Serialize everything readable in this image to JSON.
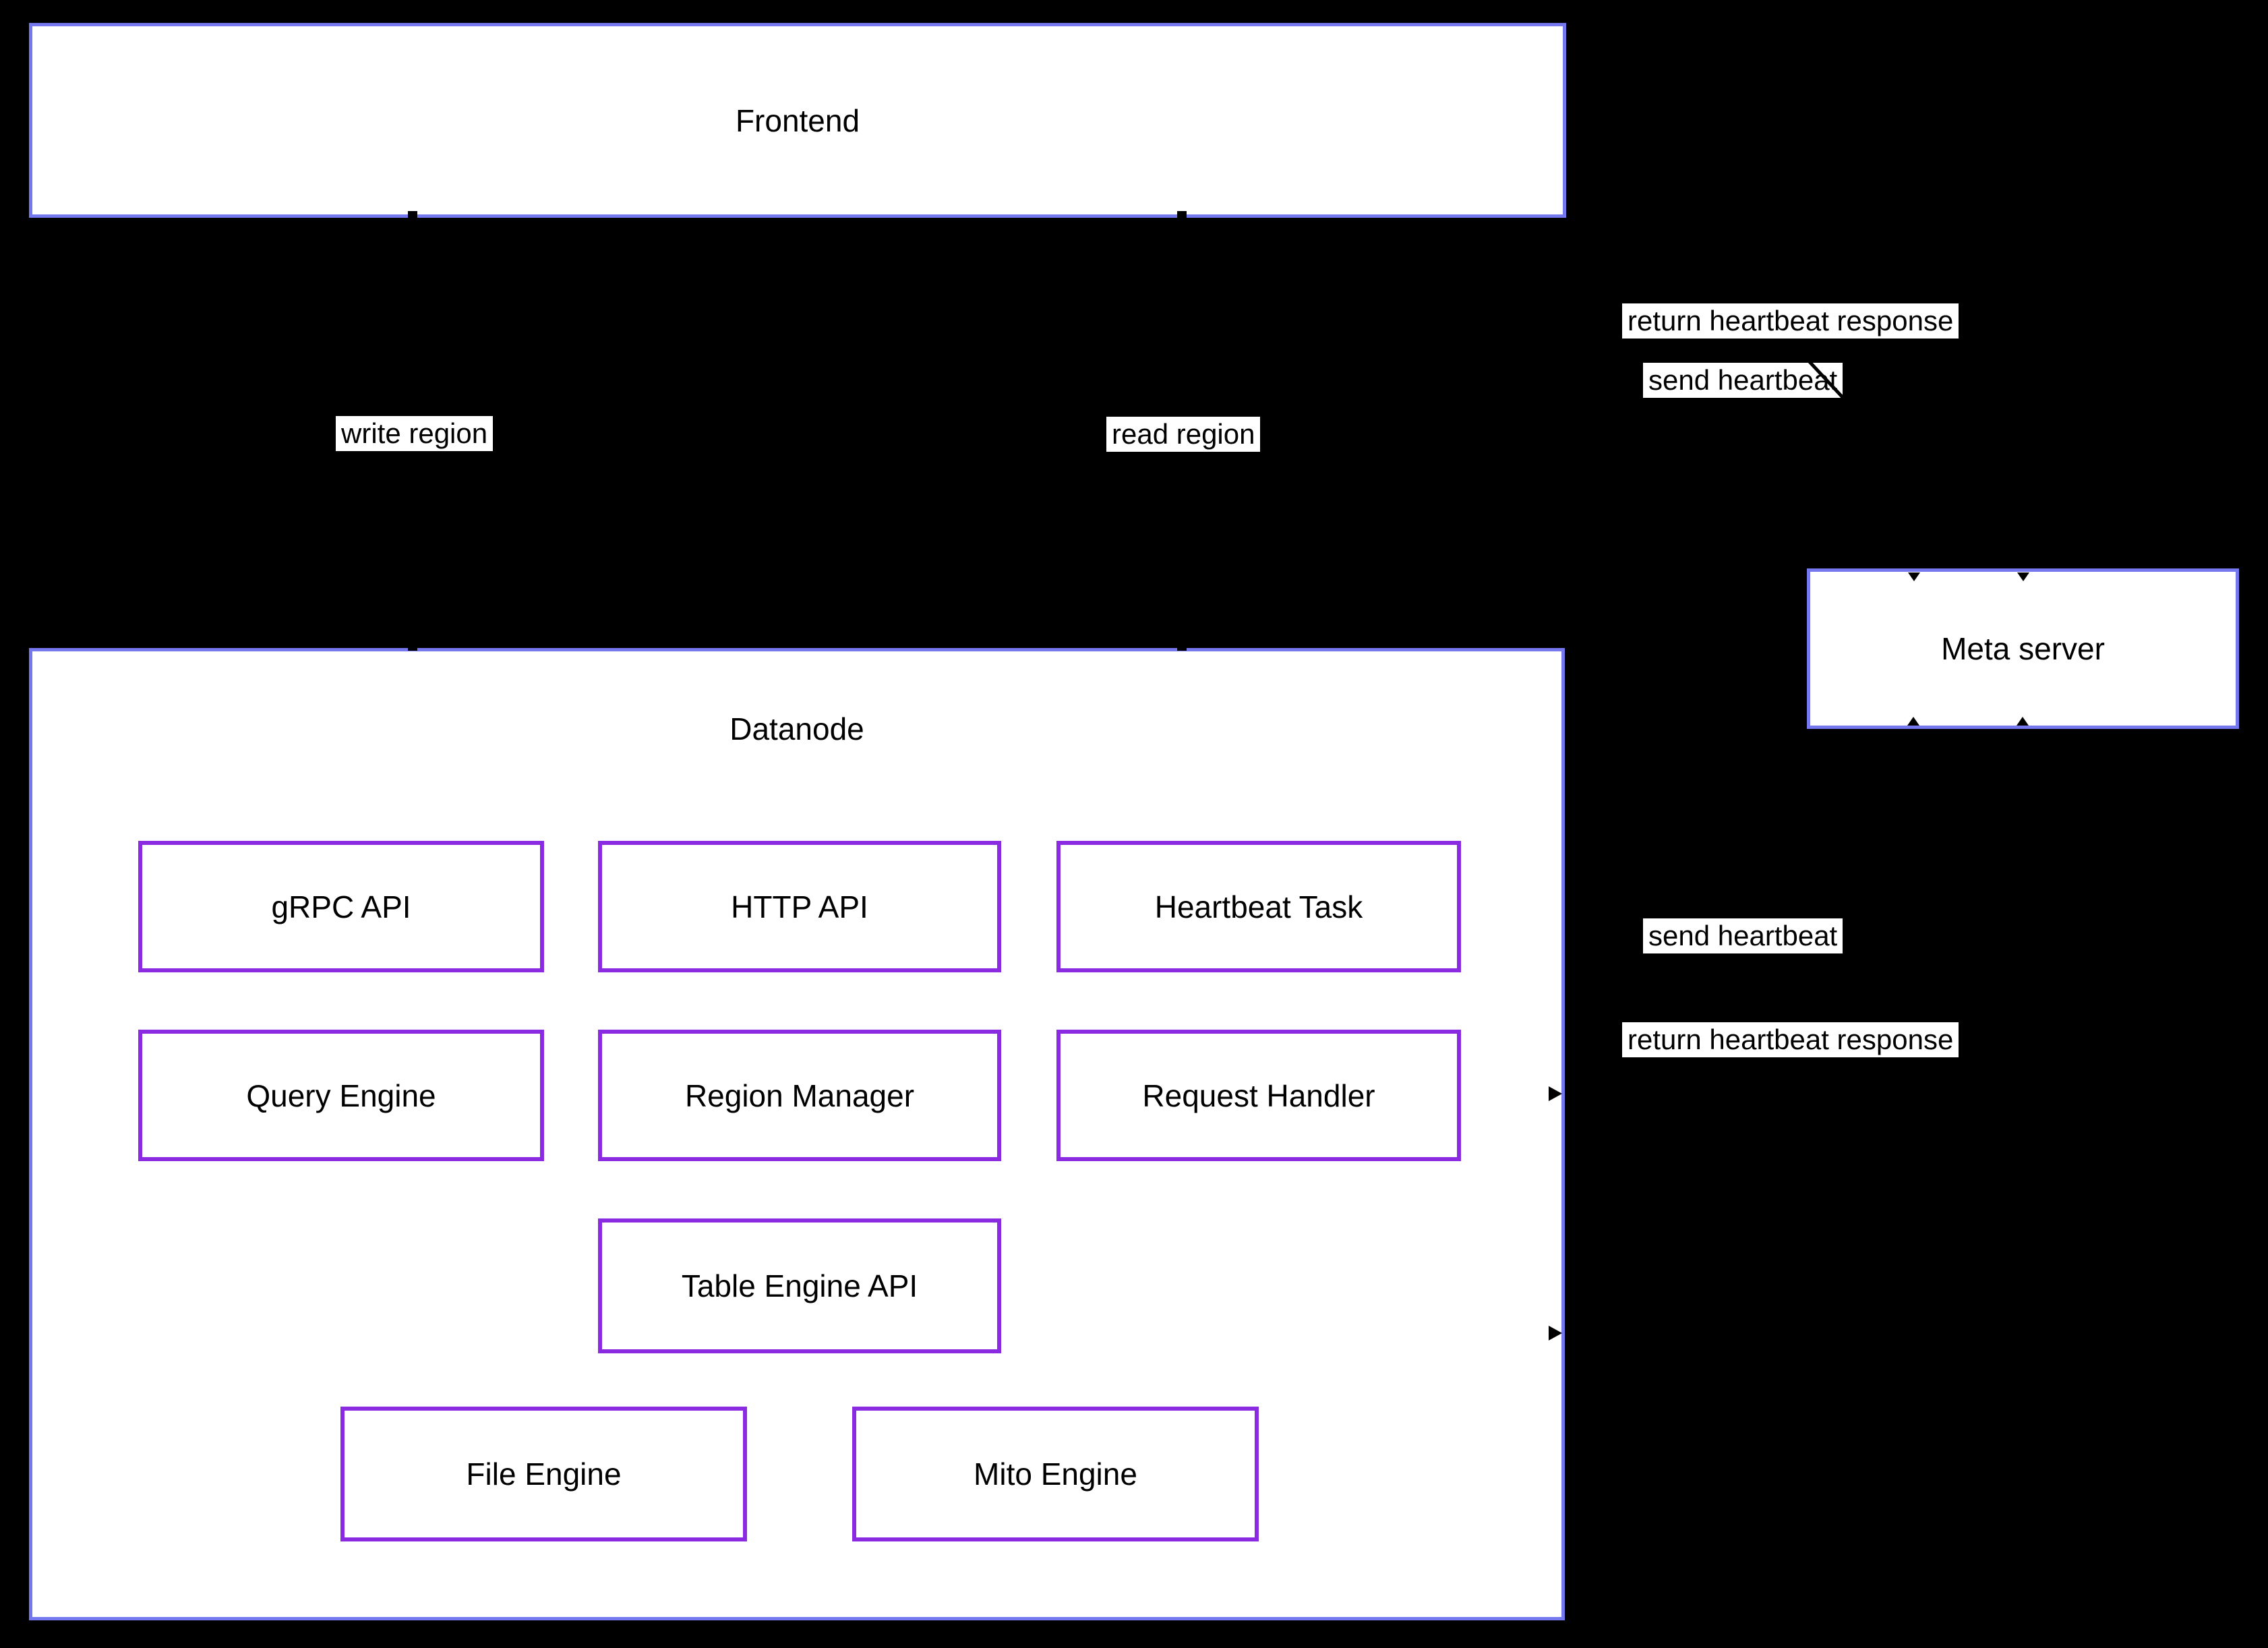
{
  "colors": {
    "background": "#000000",
    "cluster_border": "#7678f0",
    "node_border": "#8a2be2",
    "box_fill": "#ffffff",
    "text": "#000000",
    "edge_label_bg": "#ffffff"
  },
  "frontend": {
    "title": "Frontend"
  },
  "meta_server": {
    "title": "Meta server"
  },
  "datanode": {
    "title": "Datanode",
    "nodes": [
      {
        "label": "gRPC API"
      },
      {
        "label": "HTTP API"
      },
      {
        "label": "Heartbeat Task"
      },
      {
        "label": "Query Engine"
      },
      {
        "label": "Region Manager"
      },
      {
        "label": "Request Handler"
      },
      {
        "label": "Table Engine API"
      },
      {
        "label": "File Engine"
      },
      {
        "label": "Mito Engine"
      }
    ]
  },
  "edge_labels": {
    "write_region": "write region",
    "read_region": "read region",
    "send_heartbeat_frontend": "send heartbeat",
    "return_heartbeat_frontend": "return heartbeat response",
    "send_heartbeat_datanode": "send heartbeat",
    "return_heartbeat_datanode": "return heartbeat response"
  }
}
